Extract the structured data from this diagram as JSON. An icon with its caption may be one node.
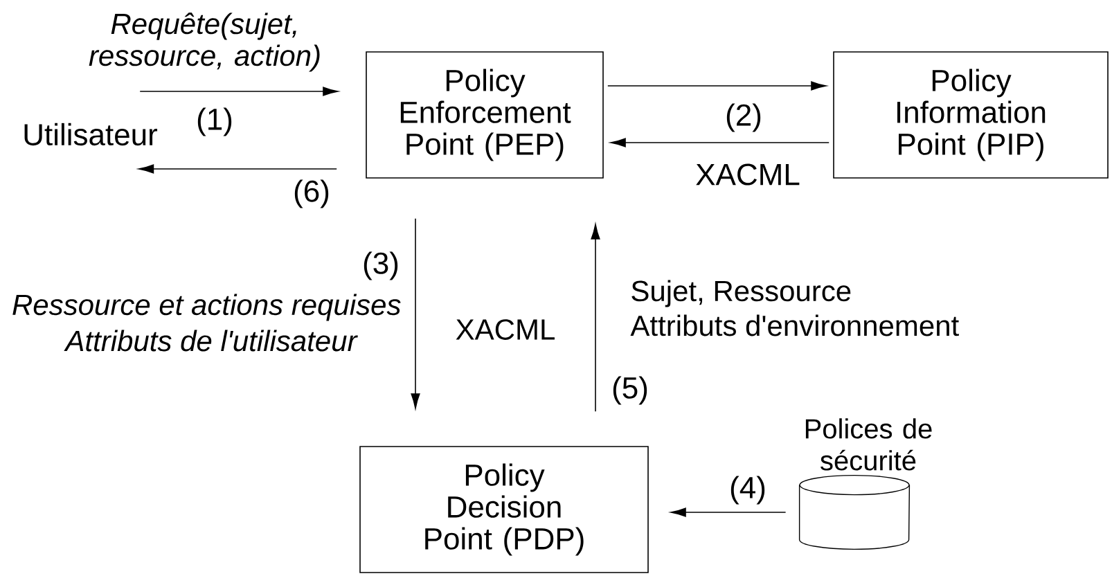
{
  "diagram": {
    "nodes": [
      {
        "text": [
          "Utilisateur"
        ]
      },
      {
        "text": [
          "Policy Enforcement Point (PEP)"
        ]
      },
      {
        "text": [
          "Policy Information Point (PIP)"
        ]
      },
      {
        "text": [
          "Policy Decision Point (PDP)"
        ]
      },
      {
        "text": [],
        "shape": "cylinder",
        "beside": [
          "Polices de sécurité"
        ]
      }
    ],
    "edges": [
      {
        "from": 0,
        "to": 1,
        "arrow": "to",
        "label": "(1)"
      },
      {
        "from": 1,
        "to": 0,
        "arrow": "to",
        "label": "(6)"
      },
      {
        "from": 1,
        "to": 2,
        "arrow": "to",
        "label": "(2)"
      },
      {
        "from": 2,
        "to": 1,
        "arrow": "to",
        "label": "XACML"
      },
      {
        "from": 1,
        "to": 3,
        "arrow": "to",
        "label": "(3)"
      },
      {
        "from": 3,
        "to": 1,
        "arrow": "to",
        "label": "(5)"
      },
      {
        "from": 4,
        "to": 3,
        "arrow": "to",
        "label": "(4)"
      }
    ],
    "labels": [
      "Requête(sujet, ressource, action)",
      "Ressource et actions requises",
      "Attributs de l'utilisateur",
      "XACML",
      "Sujet, Ressource",
      "Attributs d'environnement"
    ]
  }
}
